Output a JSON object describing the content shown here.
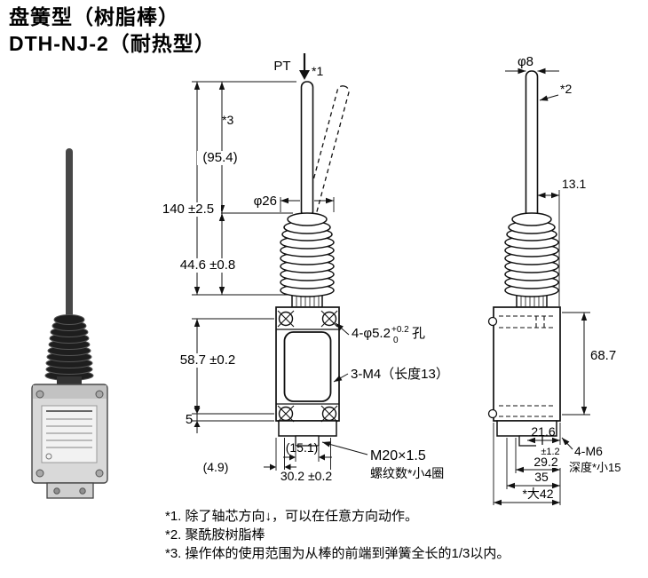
{
  "colors": {
    "ink": "#111111",
    "paper": "#ffffff"
  },
  "title": {
    "line1": "盘簧型（树脂棒）",
    "line2": "DTH-NJ-2（耐热型）"
  },
  "front_view": {
    "pt_label": "PT",
    "ref_star1": "*1",
    "ref_star3": "*3",
    "rod_length": "(95.4)",
    "total_length": "140 ±2.5",
    "spring_dia": "φ26",
    "spring_length": "44.6 ±0.8",
    "body_length": "58.7 ±0.2",
    "edge_offset": "5",
    "conduit_width": "(15.1)",
    "window_width": "30.2 ±0.2",
    "side_offset": "(4.9)",
    "holes_label": "4-φ5.2",
    "holes_tol_sup": "+0.2",
    "holes_tol_sub": "0",
    "holes_suffix": "孔",
    "tap_label": "3-M4（长度13）",
    "thread_label": "M20×1.5",
    "thread_note": "螺纹数*小4圈"
  },
  "side_view": {
    "rod_dia": "φ8",
    "ref_star2": "*2",
    "rod_to_face": "13.1",
    "body_height": "68.7",
    "depth_21_6": "21.6",
    "depth_tol": "±1.2",
    "depth_29_2": "29.2",
    "depth_35": "35",
    "depth_max": "*大42",
    "tap_m6": "4-M6",
    "tap_m6_note": "深度*小15"
  },
  "footnotes": [
    "*1. 除了轴芯方向↓，可以在任意方向动作。",
    "*2. 聚酰胺树脂棒",
    "*3. 操作体的使用范围为从棒的前端到弹簧全长的1/3以内。"
  ]
}
